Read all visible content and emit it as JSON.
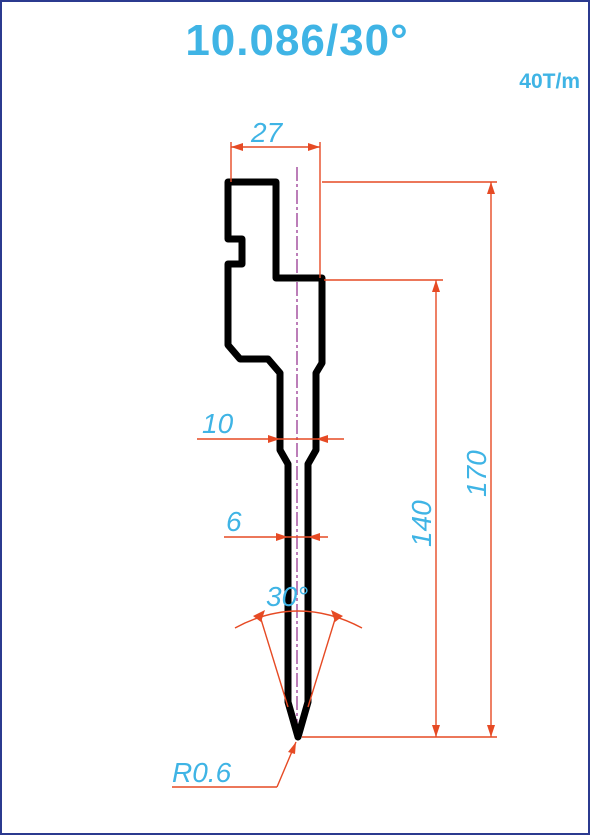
{
  "title": "10.086/30°",
  "capacity": "40T/m",
  "dimensions": {
    "top_width": "27",
    "neck_width": "10",
    "blade_width": "6",
    "angle": "30°",
    "lower_height": "140",
    "total_height": "170",
    "tip_radius": "R0.6"
  },
  "colors": {
    "text": "#3fb4e5",
    "dimension_lines": "#e64a24",
    "profile": "#000000",
    "centerline": "#a0479b",
    "border": "#2b3a8f"
  }
}
